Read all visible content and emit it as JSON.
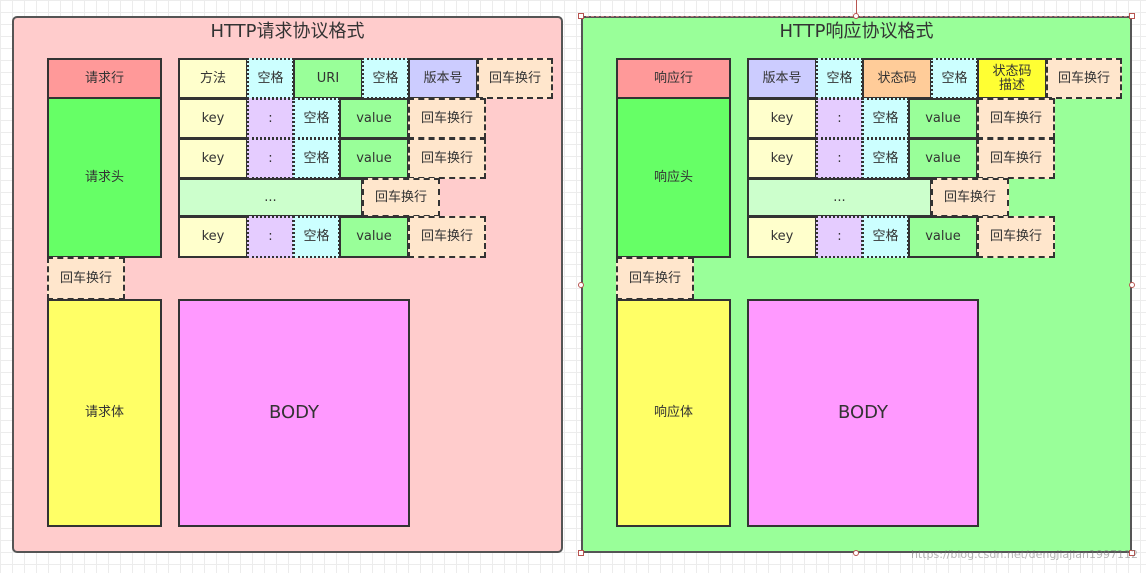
{
  "request": {
    "title": "HTTP请求协议格式",
    "labels": {
      "line": "请求行",
      "head": "请求头",
      "crlf": "回车换行",
      "body_label": "请求体",
      "body": "BODY"
    },
    "line_fields": [
      "方法",
      "空格",
      "URI",
      "空格",
      "版本号",
      "回车换行"
    ],
    "header": {
      "key": "key",
      "colon": ":",
      "space": "空格",
      "value": "value",
      "crlf": "回车换行",
      "ellipsis": "..."
    }
  },
  "response": {
    "title": "HTTP响应协议格式",
    "labels": {
      "line": "响应行",
      "head": "响应头",
      "crlf": "回车换行",
      "body_label": "响应体",
      "body": "BODY"
    },
    "line_fields": [
      "版本号",
      "空格",
      "状态码",
      "空格",
      "状态码\n描述",
      "回车换行"
    ],
    "header": {
      "key": "key",
      "colon": ":",
      "space": "空格",
      "value": "value",
      "crlf": "回车换行",
      "ellipsis": "..."
    }
  },
  "watermark": "https://blog.csdn.net/dengjiajian1997112"
}
